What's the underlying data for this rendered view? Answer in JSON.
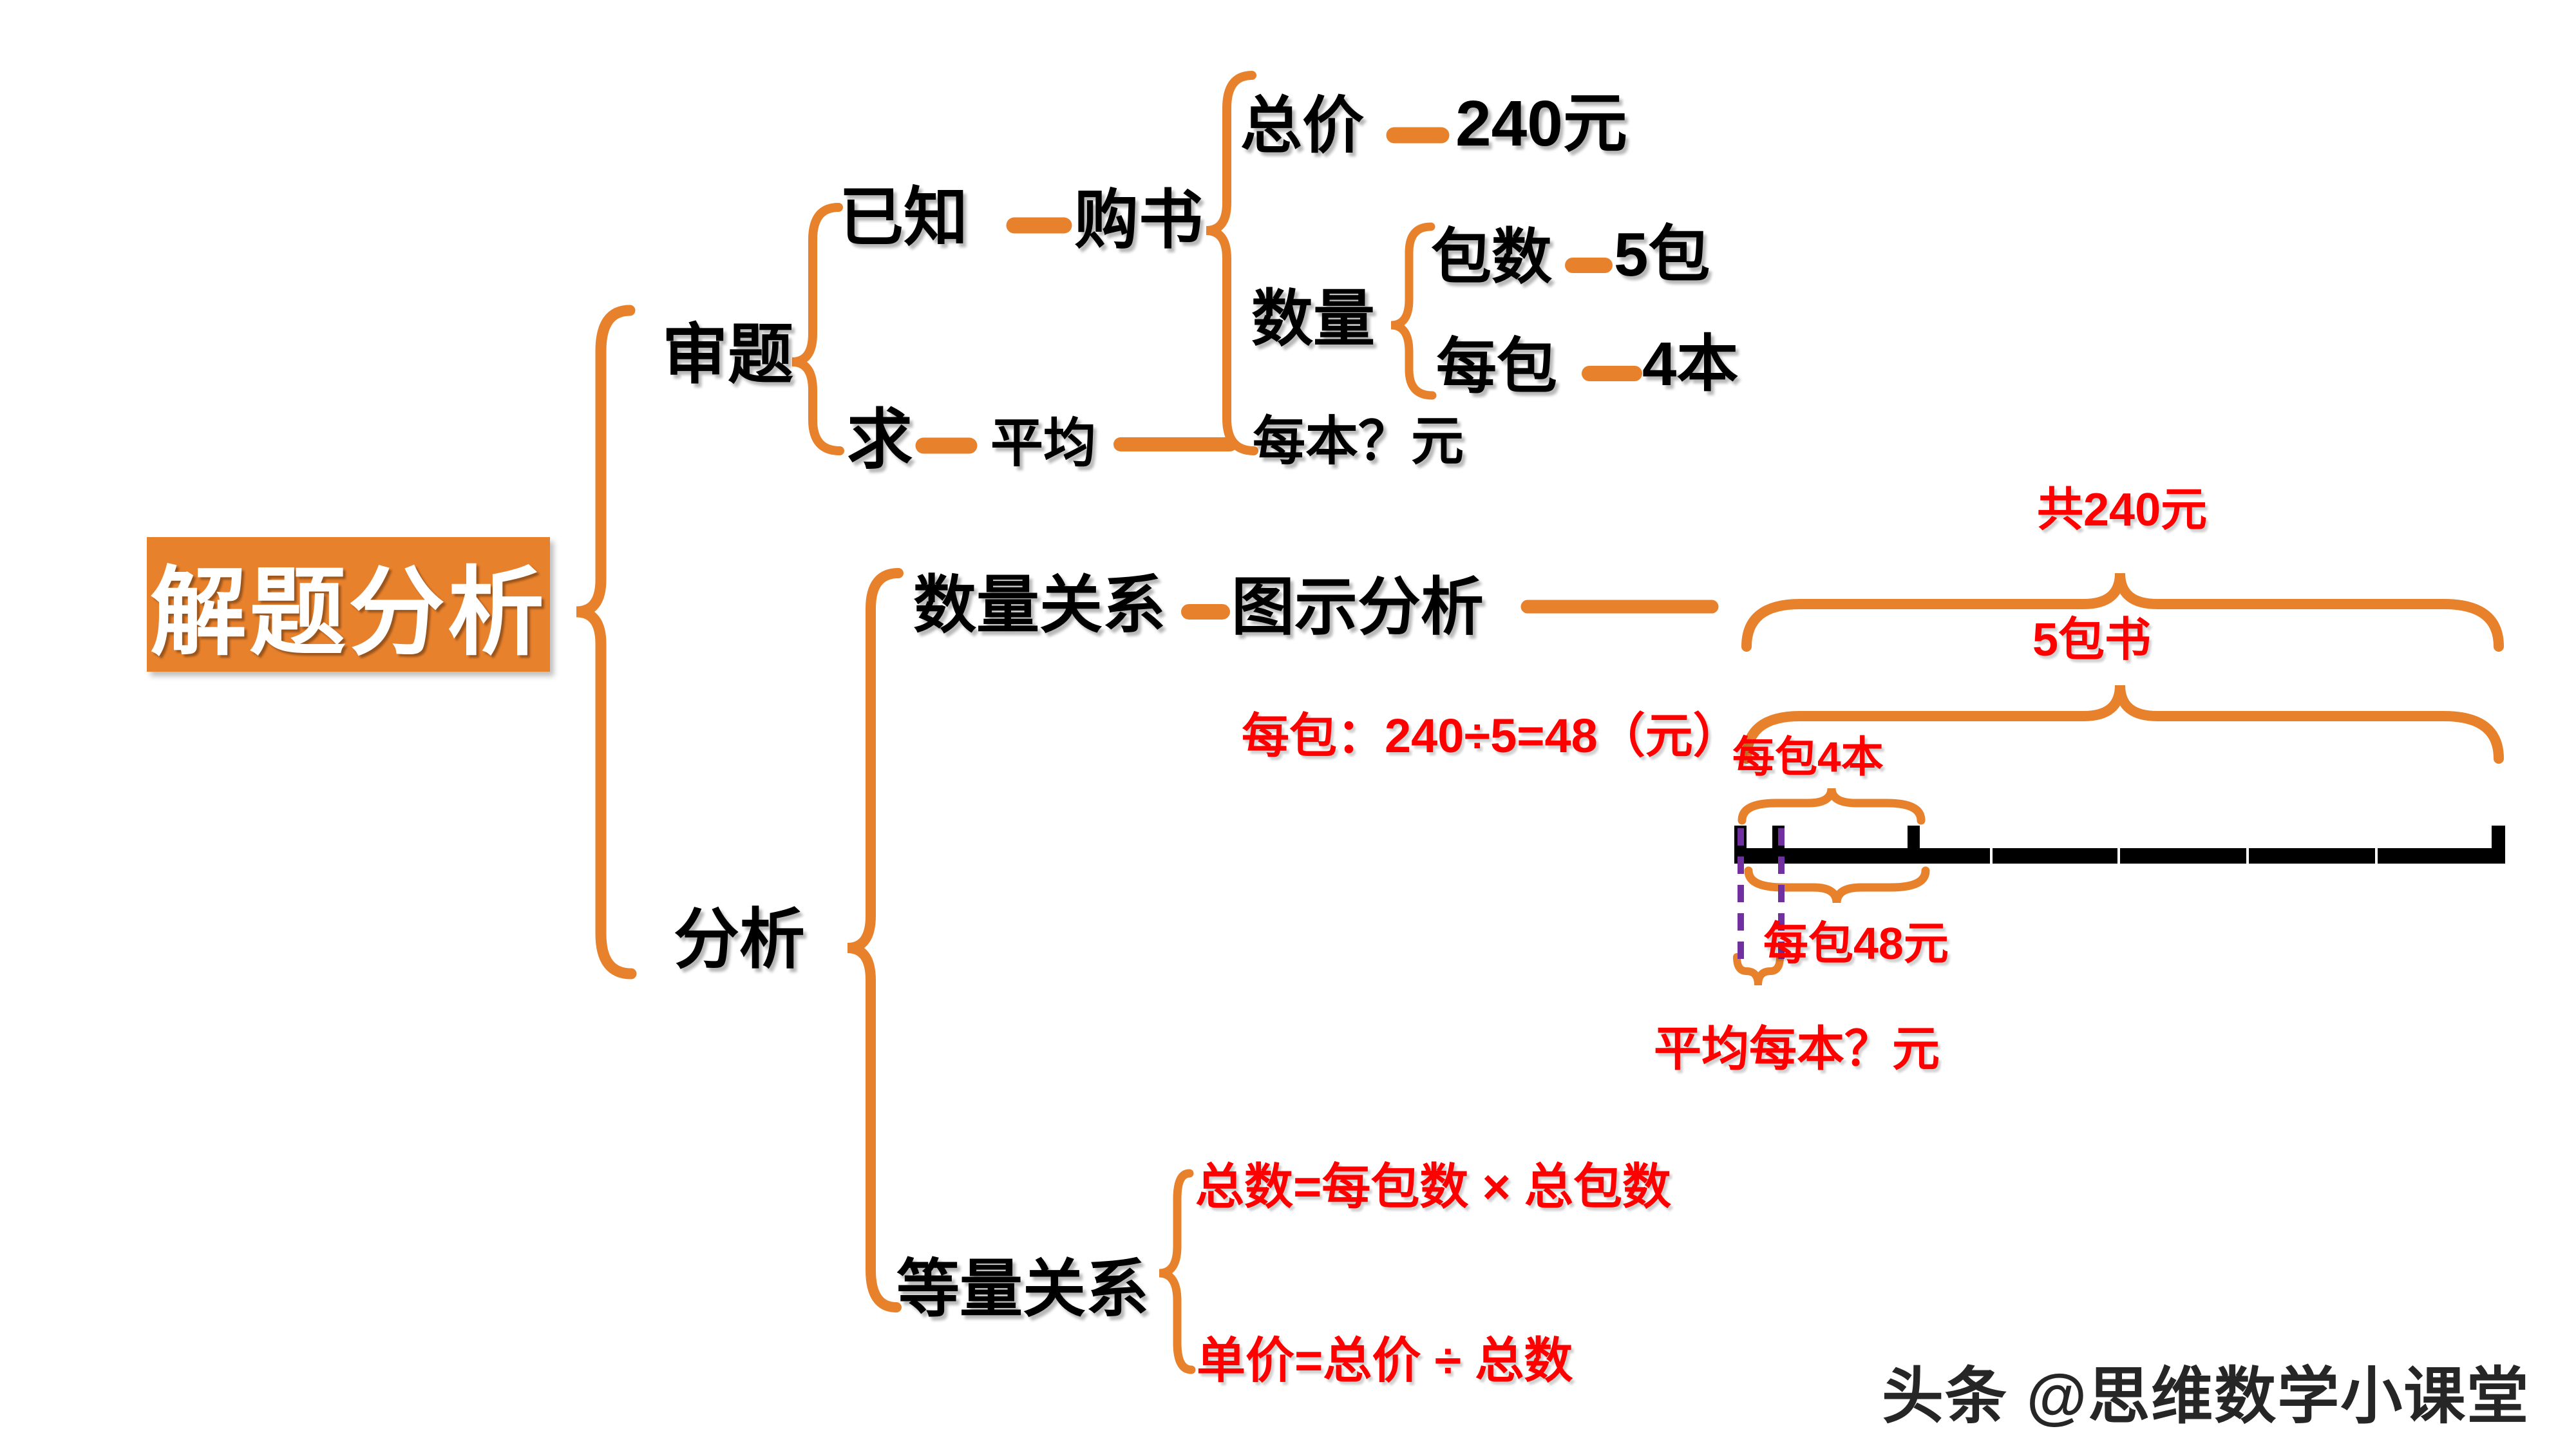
{
  "title": {
    "label": "解题分析"
  },
  "colors": {
    "orange": "#E8812C",
    "red": "#FF0000",
    "purple": "#7030A0",
    "bar": "#000000",
    "watermark": "#262626"
  },
  "branch_examine": {
    "label": "审题",
    "known": {
      "label": "已知",
      "item": "购书",
      "price": {
        "label": "总价",
        "value": "240元"
      },
      "quantity": {
        "label": "数量",
        "packs": {
          "label": "包数",
          "value": "5包"
        },
        "per_pack": {
          "label": "每包",
          "value": "4本"
        }
      }
    },
    "find": {
      "label": "求",
      "mid": "平均",
      "target": "每本？元"
    }
  },
  "branch_analyze": {
    "label": "分析",
    "relation": {
      "label": "数量关系",
      "method": "图示分析"
    },
    "formula_mid": "每包：240÷5=48（元）",
    "equations": {
      "label": "等量关系",
      "eq_total": "总数=每包数 × 总包数",
      "eq_unit": "单价=总价 ÷ 总数"
    }
  },
  "tape_diagram": {
    "total_label": "共240元",
    "packs_label": "5包书",
    "per_pack_books_label": "每包4本",
    "per_pack_price_label": "每包48元",
    "question_label": "平均每本？元"
  },
  "watermark": "头条 @思维数学小课堂"
}
